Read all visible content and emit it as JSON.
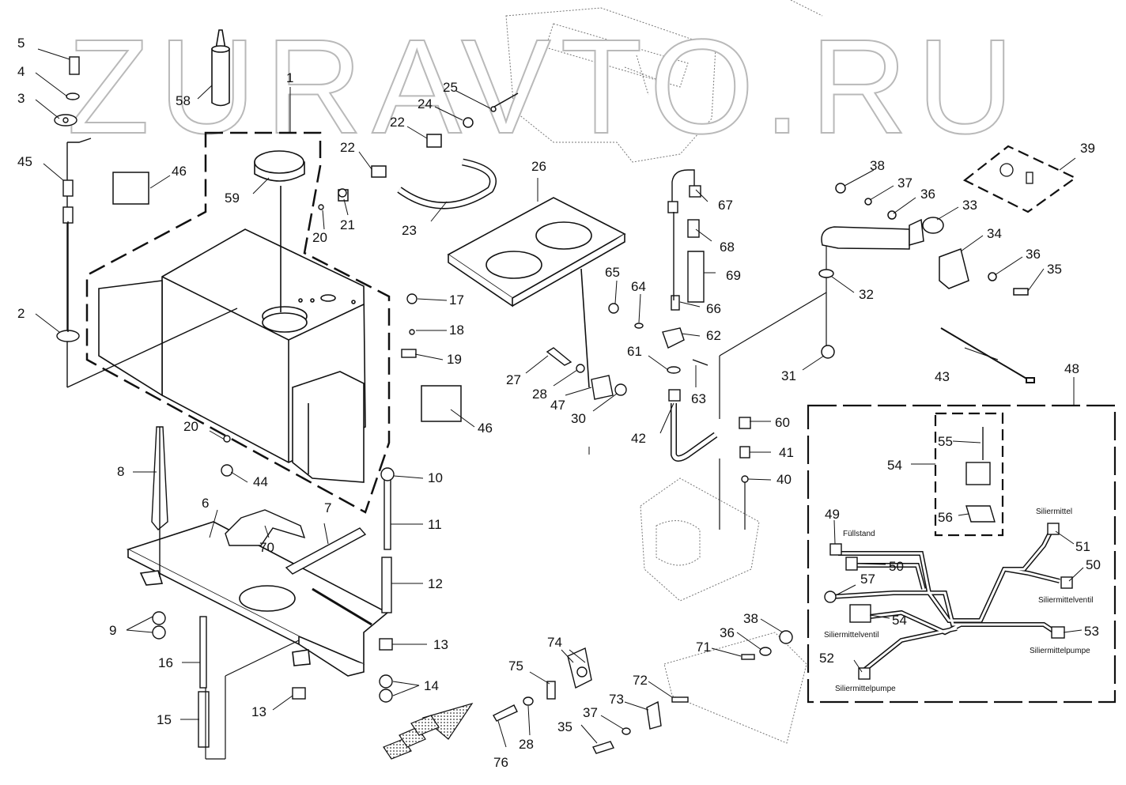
{
  "watermark": "ZURAVTO.RU",
  "callouts": {
    "n1": "1",
    "n2": "2",
    "n3": "3",
    "n4": "4",
    "n5": "5",
    "n6": "6",
    "n7": "7",
    "n8": "8",
    "n9": "9",
    "n10": "10",
    "n11": "11",
    "n12": "12",
    "n13a": "13",
    "n13b": "13",
    "n14": "14",
    "n15": "15",
    "n16": "16",
    "n17": "17",
    "n18": "18",
    "n19": "19",
    "n20a": "20",
    "n20b": "20",
    "n21": "21",
    "n22a": "22",
    "n22b": "22",
    "n23": "23",
    "n24": "24",
    "n25": "25",
    "n26": "26",
    "n27": "27",
    "n28a": "28",
    "n28b": "28",
    "n30": "30",
    "n31": "31",
    "n32": "32",
    "n33": "33",
    "n34": "34",
    "n35a": "35",
    "n35b": "35",
    "n36a": "36",
    "n36b": "36",
    "n36c": "36",
    "n37a": "37",
    "n37b": "37",
    "n38a": "38",
    "n38b": "38",
    "n39": "39",
    "n40": "40",
    "n41": "41",
    "n42": "42",
    "n43": "43",
    "n44": "44",
    "n45": "45",
    "n46a": "46",
    "n46b": "46",
    "n47": "47",
    "n48": "48",
    "n49": "49",
    "n50a": "50",
    "n50b": "50",
    "n51": "51",
    "n52": "52",
    "n53": "53",
    "n54a": "54",
    "n54b": "54",
    "n55": "55",
    "n56": "56",
    "n57": "57",
    "n58": "58",
    "n59": "59",
    "n60": "60",
    "n61": "61",
    "n62": "62",
    "n63": "63",
    "n64": "64",
    "n65": "65",
    "n66": "66",
    "n67": "67",
    "n68": "68",
    "n69": "69",
    "n70": "70",
    "n71": "71",
    "n72": "72",
    "n73": "73",
    "n74": "74",
    "n75": "75",
    "n76": "76"
  },
  "harness_labels": {
    "fuellstand": "Füllstand",
    "siliermittel": "Siliermittel",
    "siliermittelventil_right": "Siliermittelventil",
    "siliermittelventil_left": "Siliermittelventil",
    "siliermittelpumpe_right": "Siliermittelpumpe",
    "siliermittelpumpe_left": "Siliermittelpumpe"
  },
  "colors": {
    "line": "#111111",
    "watermark_stroke": "#b9b9b9",
    "ghost": "#888888"
  }
}
